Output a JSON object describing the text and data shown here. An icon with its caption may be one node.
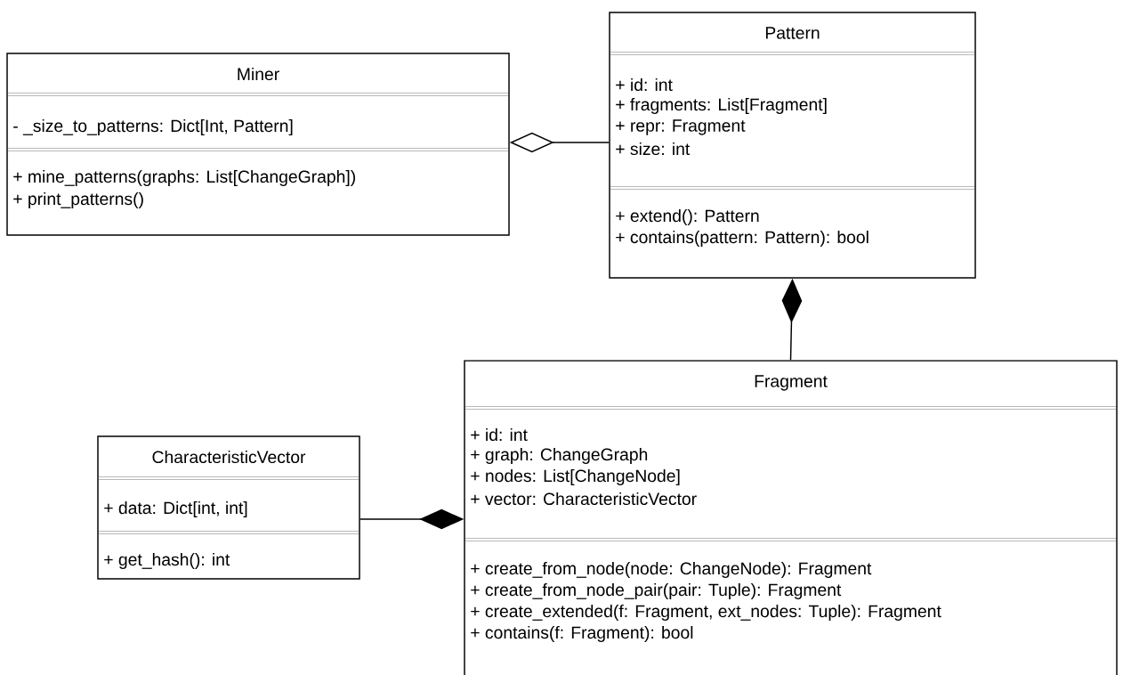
{
  "diagram": {
    "nodes": [
      {
        "text": [
          "Miner",
          "- _size_to_patterns: Dict[Int, Pattern]",
          "+ mine_patterns(graphs: List[ChangeGraph])",
          "+ print_patterns()"
        ]
      },
      {
        "text": [
          "Pattern",
          "+ id: int",
          "+ fragments: List[Fragment]",
          "+ repr: Fragment",
          "+ size: int",
          "+ extend(): Pattern",
          "+ contains(pattern: Pattern): bool"
        ]
      },
      {
        "text": [
          "CharacteristicVector",
          "+ data: Dict[int, int]",
          "+ get_hash(): int"
        ]
      },
      {
        "text": [
          "Fragment",
          "+ id: int",
          "+ graph: ChangeGraph",
          "+ nodes: List[ChangeNode]",
          "+ vector: CharacteristicVector",
          "+ create_from_node(node: ChangeNode): Fragment",
          "+ create_from_node_pair(pair: Tuple): Fragment",
          "+ create_extended(f: Fragment, ext_nodes: Tuple): Fragment",
          "+ contains(f: Fragment): bool"
        ]
      }
    ],
    "edges": [
      {
        "from": 1,
        "to": 0,
        "arrow": "other"
      },
      {
        "from": 3,
        "to": 1,
        "arrow": "other"
      },
      {
        "from": 2,
        "to": 3,
        "arrow": "other"
      }
    ]
  }
}
